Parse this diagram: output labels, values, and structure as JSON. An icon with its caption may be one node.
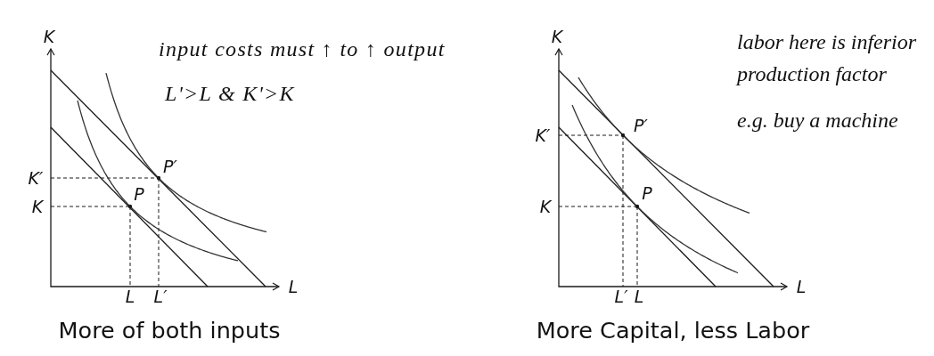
{
  "diagram": {
    "labels": [
      "K",
      "input costs must ↑ to ↑ output",
      "L'>L & K'>K",
      "P′",
      "K′",
      "P",
      "K",
      "L",
      "L′",
      "L",
      "More of both inputs",
      "K",
      "labor here is inferior production factor",
      "e.g. buy a machine",
      "P′",
      "K′",
      "K",
      "P",
      "L′",
      "L",
      "L",
      "More Capital, less Labor"
    ]
  }
}
